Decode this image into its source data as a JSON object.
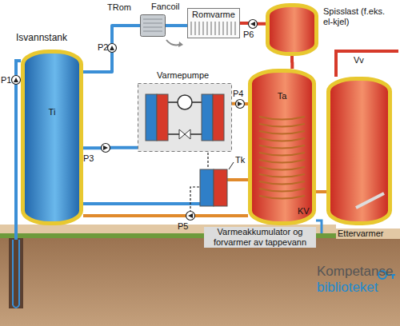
{
  "diagram": {
    "nodes": [
      {
        "text": [
          "Isvannstank",
          "Ti"
        ]
      },
      {
        "text": [
          "Fancoil"
        ]
      },
      {
        "text": [
          "Romvarme"
        ]
      },
      {
        "text": [
          "Spisslast (f.eks. el-kjel)"
        ]
      },
      {
        "text": [
          "Varmepumpe"
        ]
      },
      {
        "text": [
          "Ta",
          "Varmeakkumulator og forvarmer av tappevann"
        ]
      },
      {
        "text": [
          "Ettervarmer"
        ]
      }
    ],
    "edges": [
      {
        "from": 0,
        "to": 4,
        "arrow": "none"
      },
      {
        "from": 4,
        "to": 5,
        "arrow": "none"
      },
      {
        "from": 0,
        "to": 1,
        "arrow": "none"
      },
      {
        "from": 1,
        "to": 2,
        "arrow": "none"
      },
      {
        "from": 2,
        "to": 3,
        "arrow": "none"
      },
      {
        "from": 3,
        "to": 5,
        "arrow": "none"
      },
      {
        "from": 5,
        "to": 6,
        "arrow": "none"
      }
    ],
    "labels": [
      "P1",
      "P2",
      "TRom",
      "P6",
      "Vv",
      "P4",
      "P3",
      "Tk",
      "P5",
      "KV",
      "Kompetanse",
      "biblioteket"
    ]
  }
}
